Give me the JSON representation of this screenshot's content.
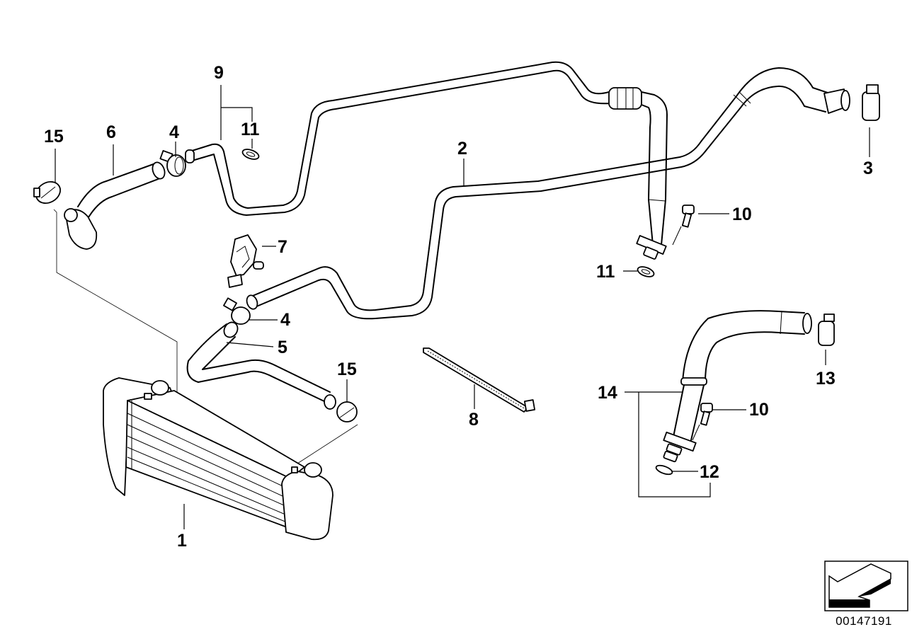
{
  "diagram": {
    "title": "Oil cooler / oil lines parts diagram",
    "catalog_number": "00147191",
    "orientation_icon": "direction-arrow-icon",
    "callouts": [
      {
        "id": "1",
        "label": "1",
        "part": "oil-cooler"
      },
      {
        "id": "2",
        "label": "2",
        "part": "oil-line-long"
      },
      {
        "id": "3",
        "label": "3",
        "part": "hose-clamp"
      },
      {
        "id": "4a",
        "label": "4",
        "part": "hose-clamp-upper"
      },
      {
        "id": "4b",
        "label": "4",
        "part": "hose-clamp-lower"
      },
      {
        "id": "5",
        "label": "5",
        "part": "hose-lower"
      },
      {
        "id": "6",
        "label": "6",
        "part": "hose-upper"
      },
      {
        "id": "7",
        "label": "7",
        "part": "holder-bracket"
      },
      {
        "id": "8",
        "label": "8",
        "part": "cable-tie"
      },
      {
        "id": "9",
        "label": "9",
        "part": "oil-line-upper"
      },
      {
        "id": "10a",
        "label": "10",
        "part": "screw-upper"
      },
      {
        "id": "10b",
        "label": "10",
        "part": "screw-lower"
      },
      {
        "id": "11a",
        "label": "11",
        "part": "sealing-ring-upper"
      },
      {
        "id": "11b",
        "label": "11",
        "part": "sealing-ring-lower"
      },
      {
        "id": "12",
        "label": "12",
        "part": "o-ring"
      },
      {
        "id": "13",
        "label": "13",
        "part": "hose-clamp-right"
      },
      {
        "id": "14",
        "label": "14",
        "part": "oil-line-assembly"
      },
      {
        "id": "15a",
        "label": "15",
        "part": "hose-clamp-left"
      },
      {
        "id": "15b",
        "label": "15",
        "part": "hose-clamp-cooler"
      }
    ]
  }
}
